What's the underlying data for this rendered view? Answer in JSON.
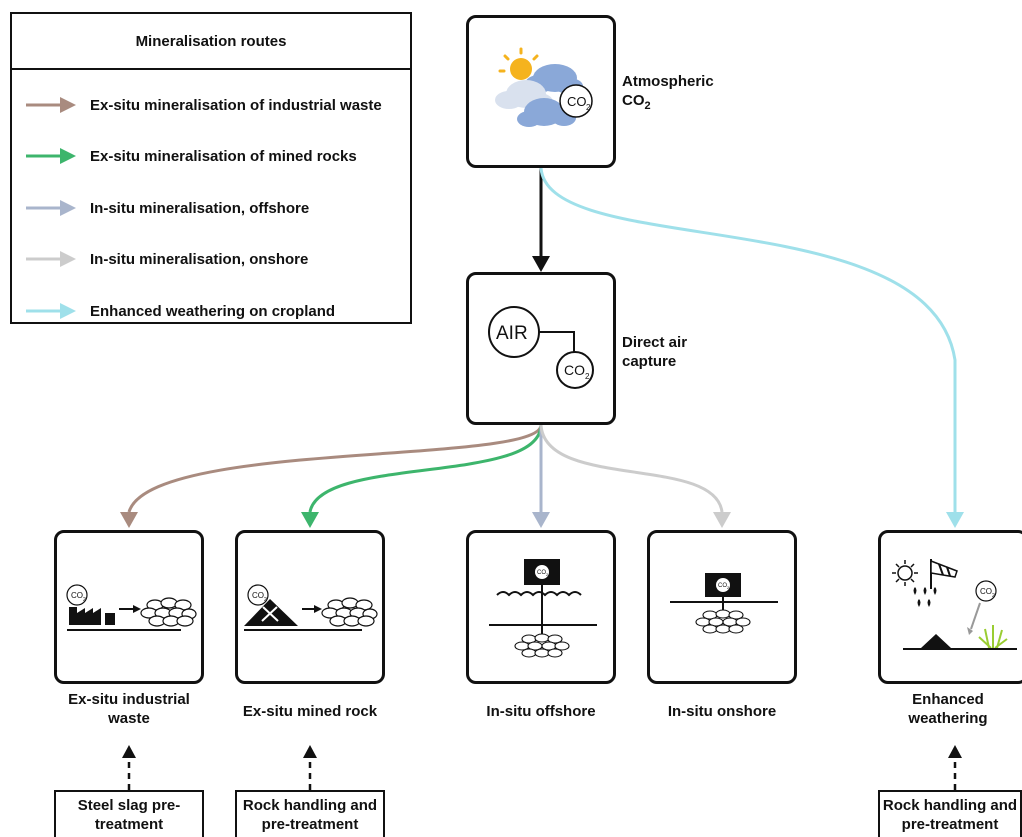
{
  "legend": {
    "title": "Mineralisation routes",
    "items": [
      {
        "label": "Ex-situ mineralisation of industrial waste",
        "color": "#a98b7f"
      },
      {
        "label": "Ex-situ mineralisation of mined rocks",
        "color": "#3db56c"
      },
      {
        "label": "In-situ mineralisation, offshore",
        "color": "#a9b5cc"
      },
      {
        "label": "In-situ mineralisation, onshore",
        "color": "#cccccc"
      },
      {
        "label": "Enhanced weathering on cropland",
        "color": "#9fe0ea"
      }
    ]
  },
  "nodes": {
    "atmospheric": {
      "line1": "Atmospheric",
      "line2": "CO",
      "sub": "2",
      "icon": "sun-clouds-icon",
      "badge": "CO",
      "badge_sub": "2"
    },
    "dac": {
      "line1": "Direct air",
      "line2": "capture",
      "icon": "air-capture-icon",
      "air": "AIR",
      "badge": "CO",
      "badge_sub": "2"
    },
    "industrial": {
      "label": "Ex-situ industrial waste",
      "icon": "factory-icon",
      "badge": "CO",
      "badge_sub": "2"
    },
    "mined": {
      "label": "Ex-situ mined rock",
      "icon": "mine-icon",
      "badge": "CO",
      "badge_sub": "2"
    },
    "offshore": {
      "label": "In-situ offshore",
      "icon": "offshore-injection-icon",
      "badge": "CO",
      "badge_sub": "2"
    },
    "onshore": {
      "label": "In-situ onshore",
      "icon": "onshore-injection-icon",
      "badge": "CO",
      "badge_sub": "2"
    },
    "weathering": {
      "label": "Enhanced weathering",
      "icon": "weathering-icon",
      "badge": "CO",
      "badge_sub": "2"
    }
  },
  "pretreatment": {
    "steel": "Steel slag pre-treatment",
    "rock1": "Rock handling and pre-treatment",
    "rock2": "Rock handling and pre-treatment"
  },
  "colors": {
    "brown": "#a98b7f",
    "green": "#3db56c",
    "blue_grey": "#a9b5cc",
    "light_grey": "#cccccc",
    "cyan": "#9fe0ea",
    "sun": "#f5b31e",
    "cloud": "#8aa8d8",
    "plant": "#9acd32"
  }
}
